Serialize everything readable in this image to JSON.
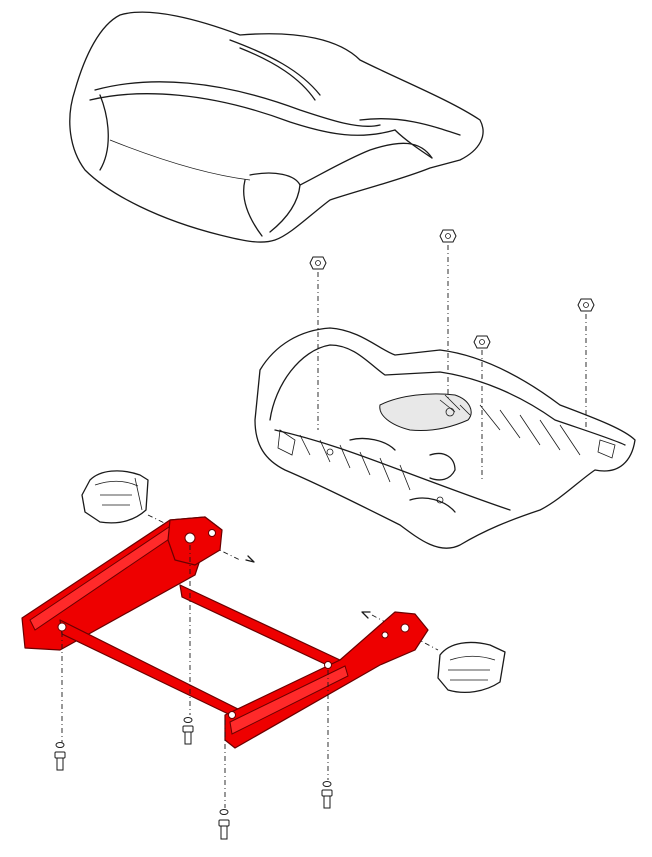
{
  "colors": {
    "highlight": "#ee0000",
    "line": "#1a1a1a",
    "background": "#ffffff"
  },
  "parts": [
    {
      "id": "seat-cushion",
      "highlighted": false
    },
    {
      "id": "seat-pan",
      "highlighted": false
    },
    {
      "id": "seat-frame",
      "highlighted": true
    },
    {
      "id": "left-trim-cover",
      "highlighted": false
    },
    {
      "id": "right-trim-cover",
      "highlighted": false
    },
    {
      "id": "nuts",
      "highlighted": false,
      "count": 4
    },
    {
      "id": "bolts",
      "highlighted": false,
      "count": 4
    }
  ]
}
